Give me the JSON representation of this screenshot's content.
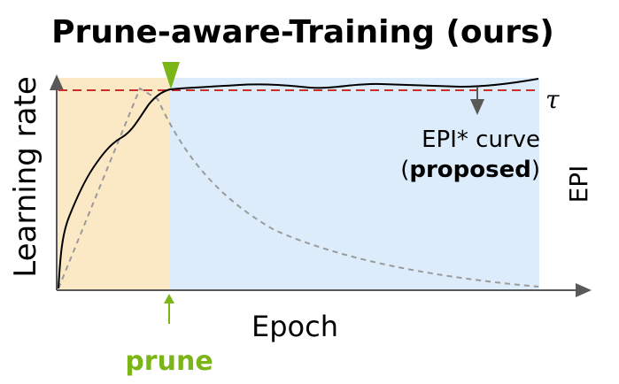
{
  "title": "Prune-aware-Training (ours)",
  "y_axis_label": "Learning rate",
  "x_axis_label": "Epoch",
  "right_axis_label": "EPI",
  "threshold_label": "τ",
  "curve_label_line1": "EPI* curve",
  "curve_label_open": "(",
  "curve_label_bold": "proposed",
  "curve_label_close": ")",
  "prune_label": "prune",
  "colors": {
    "warmup_region": "#fbe9c6",
    "post_prune_region": "#dcecfa",
    "threshold": "#c8302c",
    "prune_marker": "#7cb518",
    "epi_curve": "#000000",
    "lr_schedule": "#9a9a9a",
    "axis": "#595959"
  },
  "icons": {
    "prune_marker": "down-triangle-icon",
    "prune_arrow": "up-arrow-icon",
    "annotation_arrow": "down-arrow-icon"
  }
}
